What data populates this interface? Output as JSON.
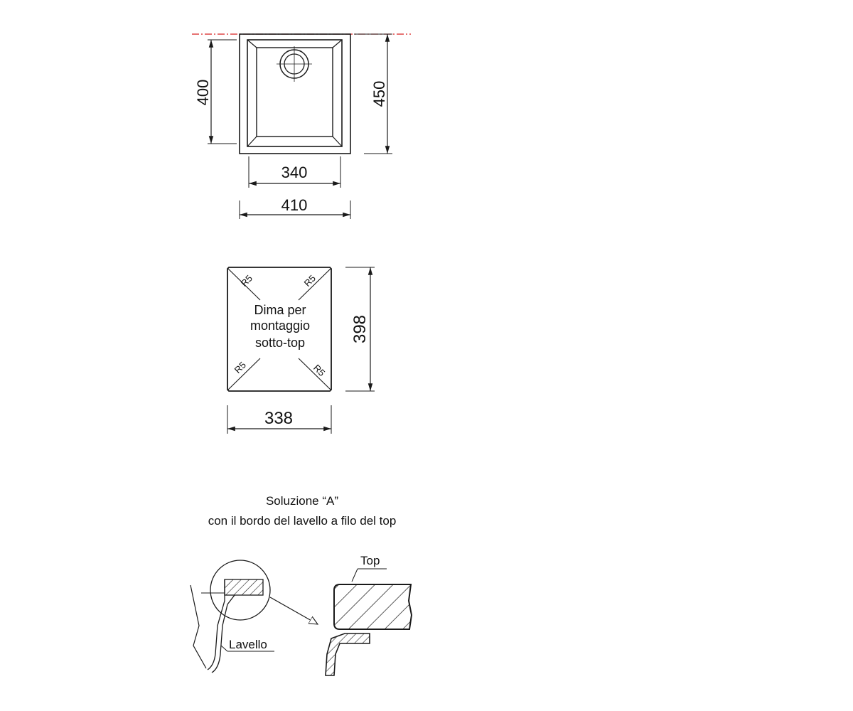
{
  "sink_view": {
    "dim_inner_height": "400",
    "dim_outer_height": "450",
    "dim_inner_width": "340",
    "dim_outer_width": "410",
    "centerline_color": "#d62020"
  },
  "template_view": {
    "label_line1": "Dima per",
    "label_line2": "montaggio",
    "label_line3": "sotto-top",
    "radius_tl": "R5",
    "radius_tr": "R5",
    "radius_bl": "R5",
    "radius_br": "R5",
    "dim_height": "398",
    "dim_width": "338"
  },
  "solution": {
    "title_line1": "Soluzione “A”",
    "title_line2": "con il bordo del lavello a filo del top",
    "label_sink": "Lavello",
    "label_top": "Top"
  }
}
